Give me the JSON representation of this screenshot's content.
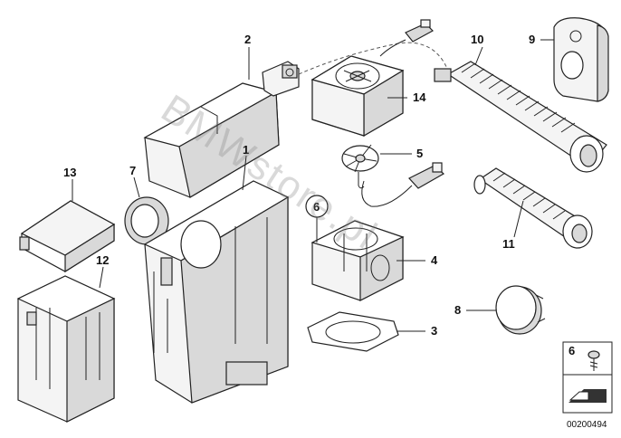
{
  "callouts": {
    "p1": "1",
    "p2": "2",
    "p3": "3",
    "p4": "4",
    "p5": "5",
    "p6": "6",
    "p7": "7",
    "p8": "8",
    "p9": "9",
    "p10": "10",
    "p11": "11",
    "p12": "12",
    "p13": "13",
    "p14": "14"
  },
  "legend": {
    "screw_callout": "6"
  },
  "watermark": "BMWstore.pl",
  "diagram_number": "00200494"
}
